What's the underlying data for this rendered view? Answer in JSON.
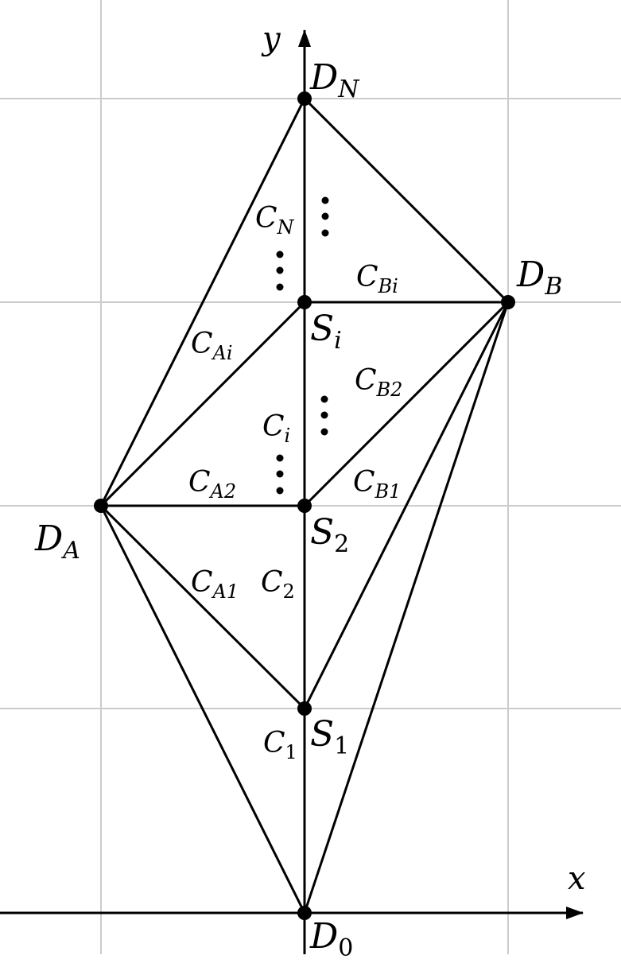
{
  "axes": {
    "x_label": "x",
    "y_label": "y"
  },
  "nodes": {
    "DN": {
      "main": "D",
      "sub": "N"
    },
    "DB": {
      "main": "D",
      "sub": "B"
    },
    "DA": {
      "main": "D",
      "sub": "A"
    },
    "D0": {
      "main": "D",
      "sub": "0"
    },
    "Si": {
      "main": "S",
      "sub": "i"
    },
    "S2": {
      "main": "S",
      "sub": "2"
    },
    "S1": {
      "main": "S",
      "sub": "1"
    }
  },
  "edge_labels": {
    "CN": {
      "main": "C",
      "sub": "N"
    },
    "CBi": {
      "main": "C",
      "sub": "Bi"
    },
    "CAi": {
      "main": "C",
      "sub": "Ai"
    },
    "CB2": {
      "main": "C",
      "sub": "B2"
    },
    "Ci": {
      "main": "C",
      "sub": "i"
    },
    "CA2": {
      "main": "C",
      "sub": "A2"
    },
    "CB1": {
      "main": "C",
      "sub": "B1"
    },
    "CA1": {
      "main": "C",
      "sub": "A1"
    },
    "C2": {
      "main": "C",
      "sub": "2"
    },
    "C1": {
      "main": "C",
      "sub": "1"
    }
  }
}
